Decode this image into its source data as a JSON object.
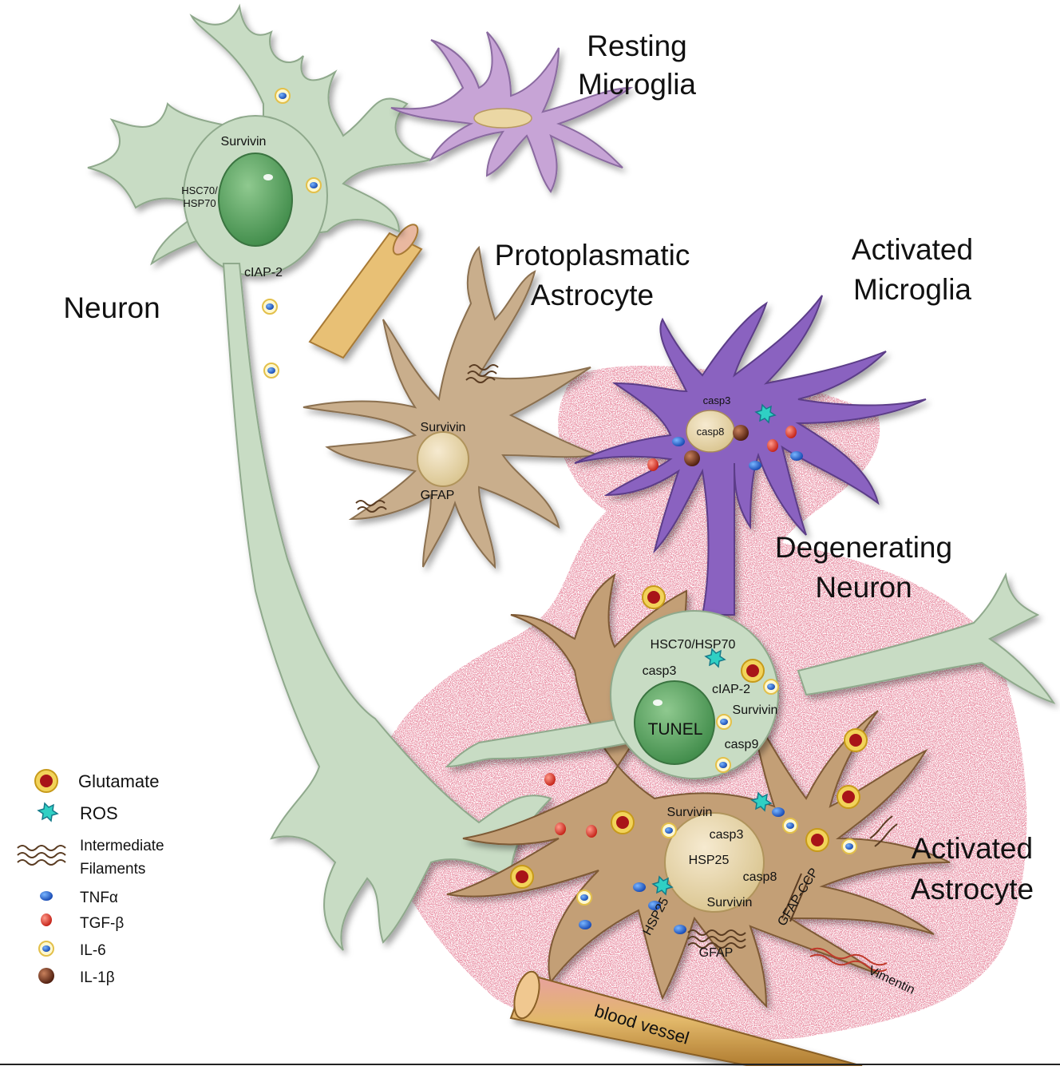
{
  "cells": {
    "resting_microglia": {
      "line1": "Resting",
      "line2": "Microglia"
    },
    "neuron": {
      "title": "Neuron",
      "survivin": "Survivin",
      "hsc70_line1": "HSC70/",
      "hsc70_line2": "HSP70",
      "ciap2": "cIAP-2"
    },
    "protoplasmatic_astrocyte": {
      "line1": "Protoplasmatic",
      "line2": "Astrocyte",
      "survivin": "Survivin",
      "gfap": "GFAP"
    },
    "activated_microglia": {
      "line1": "Activated",
      "line2": "Microglia",
      "casp3": "casp3",
      "casp8": "casp8"
    },
    "degenerating_neuron": {
      "line1": "Degenerating",
      "line2": "Neuron",
      "hsc70": "HSC70/HSP70",
      "casp3": "casp3",
      "ciap2": "cIAP-2",
      "survivin": "Survivin",
      "tunel": "TUNEL",
      "casp9": "casp9"
    },
    "activated_astrocyte": {
      "line1": "Activated",
      "line2": "Astrocyte",
      "survivin": "Survivin",
      "casp3": "casp3",
      "hsp25": "HSP25",
      "casp8": "casp8",
      "survivin2": "Survivin",
      "hsp25_process": "HSP25",
      "gfap": "GFAP",
      "gfap_ccp": "GFAP-CCP",
      "vimentin": "Vimentin"
    },
    "blood_vessel": "blood vessel"
  },
  "legend": [
    {
      "label": "Glutamate",
      "icon": "glutamate-icon"
    },
    {
      "label": "ROS",
      "icon": "ros-icon"
    },
    {
      "label_line1": "Intermediate",
      "label_line2": "Filaments",
      "icon": "filament-icon"
    },
    {
      "label": "TNFα",
      "icon": "tnf-icon"
    },
    {
      "label": "TGF-β",
      "icon": "tgf-icon"
    },
    {
      "label": "IL-6",
      "icon": "il6-icon"
    },
    {
      "label": "IL-1β",
      "icon": "il1-icon"
    }
  ],
  "colors": {
    "neuron": "#c8dcc4",
    "neuron_nucleus": "#4f9a58",
    "astrocyte": "#c9ae8c",
    "astrocyte_nucleus": "#ead9aa",
    "microglia_resting": "#c7a4d6",
    "microglia_activated": "#8a62c0",
    "inflammation": "#c23a4a",
    "vessel": "#e0b060"
  }
}
